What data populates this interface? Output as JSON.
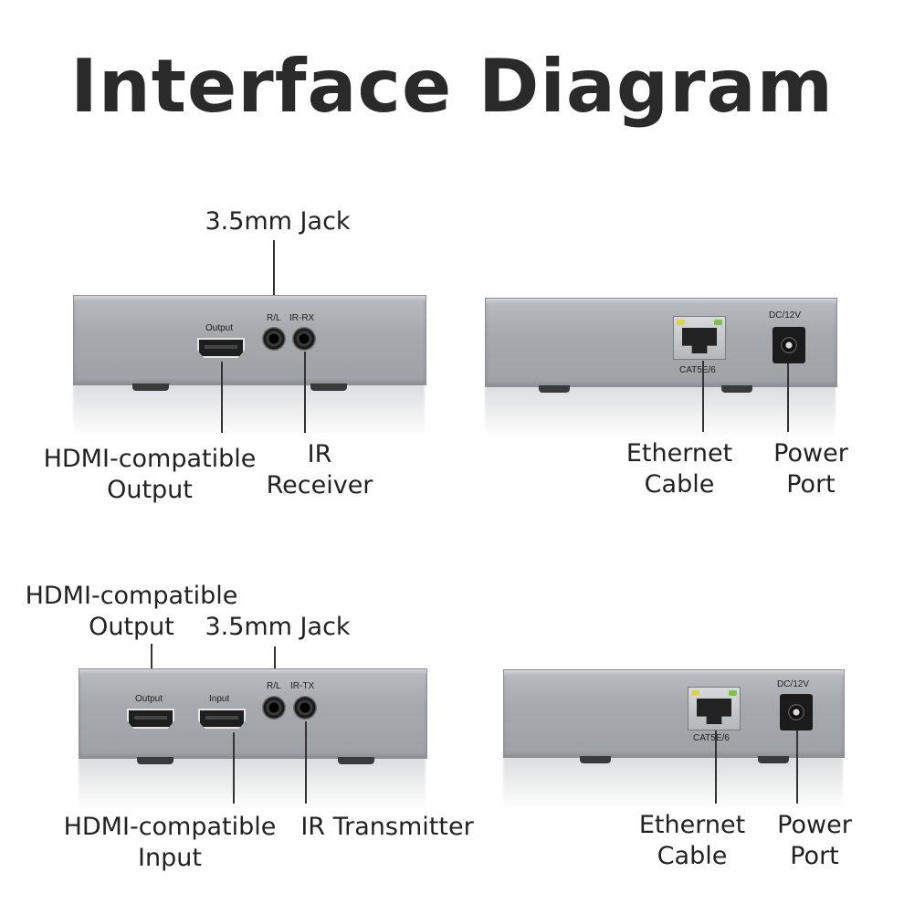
{
  "title": "Interface Diagram",
  "receiver_front": {
    "port_output": "Output",
    "port_rl": "R/L",
    "port_irrx": "IR-RX",
    "label_jack": "3.5mm Jack",
    "label_hdmi_out": [
      "HDMI-compatible",
      "Output"
    ],
    "label_ir": [
      "IR",
      "Receiver"
    ]
  },
  "receiver_back": {
    "port_dc": "DC/12V",
    "port_cat": "CAT5E/6",
    "label_ethernet": [
      "Ethernet",
      "Cable"
    ],
    "label_power": [
      "Power",
      "Port"
    ]
  },
  "sender_front": {
    "port_output": "Output",
    "port_input": "Input",
    "port_rl": "R/L",
    "port_irtx": "IR-TX",
    "label_hdmi_out": [
      "HDMI-compatible",
      "Output"
    ],
    "label_jack": "3.5mm Jack",
    "label_hdmi_in": [
      "HDMI-compatible",
      "Input"
    ],
    "label_ir": "IR Transmitter"
  },
  "sender_back": {
    "port_dc": "DC/12V",
    "port_cat": "CAT5E/6",
    "label_ethernet": [
      "Ethernet",
      "Cable"
    ],
    "label_power": [
      "Power",
      "Port"
    ]
  }
}
